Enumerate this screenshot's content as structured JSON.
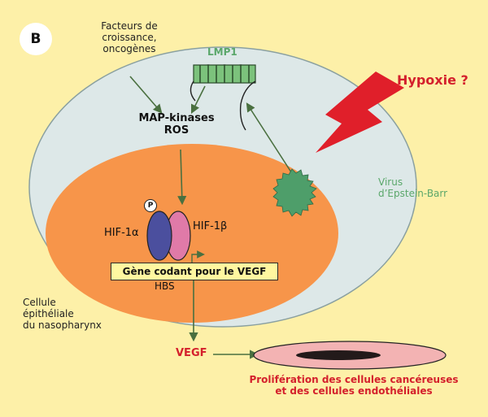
{
  "panel": {
    "label": "B"
  },
  "labels": {
    "growth_factors": [
      "Facteurs de",
      "croissance,",
      "oncogènes"
    ],
    "lmp1": "LMP1",
    "hypoxia": "Hypoxie ?",
    "map_kinases": "MAP-kinases",
    "ros": "ROS",
    "virus": [
      "Virus",
      "d’Epstein-Barr"
    ],
    "phospho": "P",
    "hif1a": "HIF-1α",
    "hif1b": "HIF-1β",
    "gene": "Gène codant pour le VEGF",
    "hbs": "HBS",
    "cell": [
      "Cellule",
      "épithéliale",
      "du nasopharynx"
    ],
    "vegf": "VEGF",
    "proliferation": [
      "Prolifération des cellules cancéreuses",
      "et des cellules endothéliales"
    ]
  },
  "colors": {
    "background": "#fdf0a8",
    "cell": "#dde8e8",
    "nucleus": "#f7954a",
    "lmp1": "#7cc27c",
    "virus": "#4e9e6a",
    "lightning": "#e01f2a",
    "hif1a": "#4b4f9e",
    "hif1b": "#e07aa8",
    "vessel": "#f3b3b3",
    "accent_red": "#d4202c",
    "accent_green": "#5aa76a",
    "arrow": "#4a7040"
  }
}
